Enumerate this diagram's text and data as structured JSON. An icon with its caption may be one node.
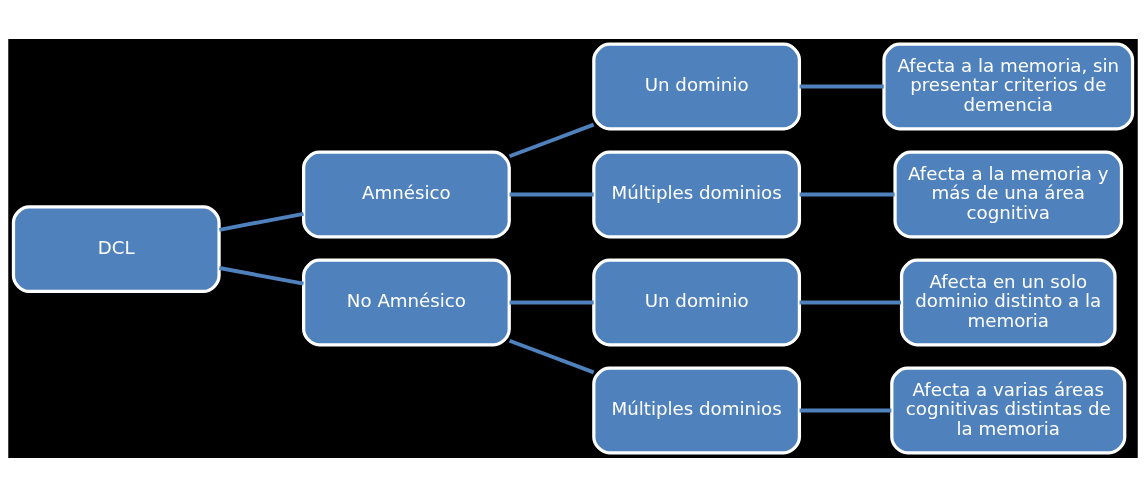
{
  "diagram": {
    "nodes": [
      {
        "text": [
          "DCL"
        ]
      },
      {
        "text": [
          "Amnésico"
        ]
      },
      {
        "text": [
          "Un dominio"
        ]
      },
      {
        "text": [
          "Afecta a la memoria, sin presentar criterios de demencia"
        ]
      },
      {
        "text": [
          "Múltiples dominios"
        ]
      },
      {
        "text": [
          "Afecta a la memoria y más de una área cognitiva"
        ]
      },
      {
        "text": [
          "No Amnésico"
        ]
      },
      {
        "text": [
          "Un dominio"
        ]
      },
      {
        "text": [
          "Afecta en un solo dominio distinto a la memoria"
        ]
      },
      {
        "text": [
          "Múltiples dominios"
        ]
      },
      {
        "text": [
          "Afecta a varias áreas cognitivas distintas de la memoria"
        ]
      }
    ],
    "edges": [
      {
        "from": 0,
        "to": 1,
        "arrow": "none"
      },
      {
        "from": 0,
        "to": 6,
        "arrow": "none"
      },
      {
        "from": 1,
        "to": 2,
        "arrow": "none"
      },
      {
        "from": 1,
        "to": 4,
        "arrow": "none"
      },
      {
        "from": 2,
        "to": 3,
        "arrow": "none"
      },
      {
        "from": 4,
        "to": 5,
        "arrow": "none"
      },
      {
        "from": 6,
        "to": 7,
        "arrow": "none"
      },
      {
        "from": 6,
        "to": 9,
        "arrow": "none"
      },
      {
        "from": 7,
        "to": 8,
        "arrow": "none"
      },
      {
        "from": 9,
        "to": 10,
        "arrow": "none"
      }
    ]
  }
}
